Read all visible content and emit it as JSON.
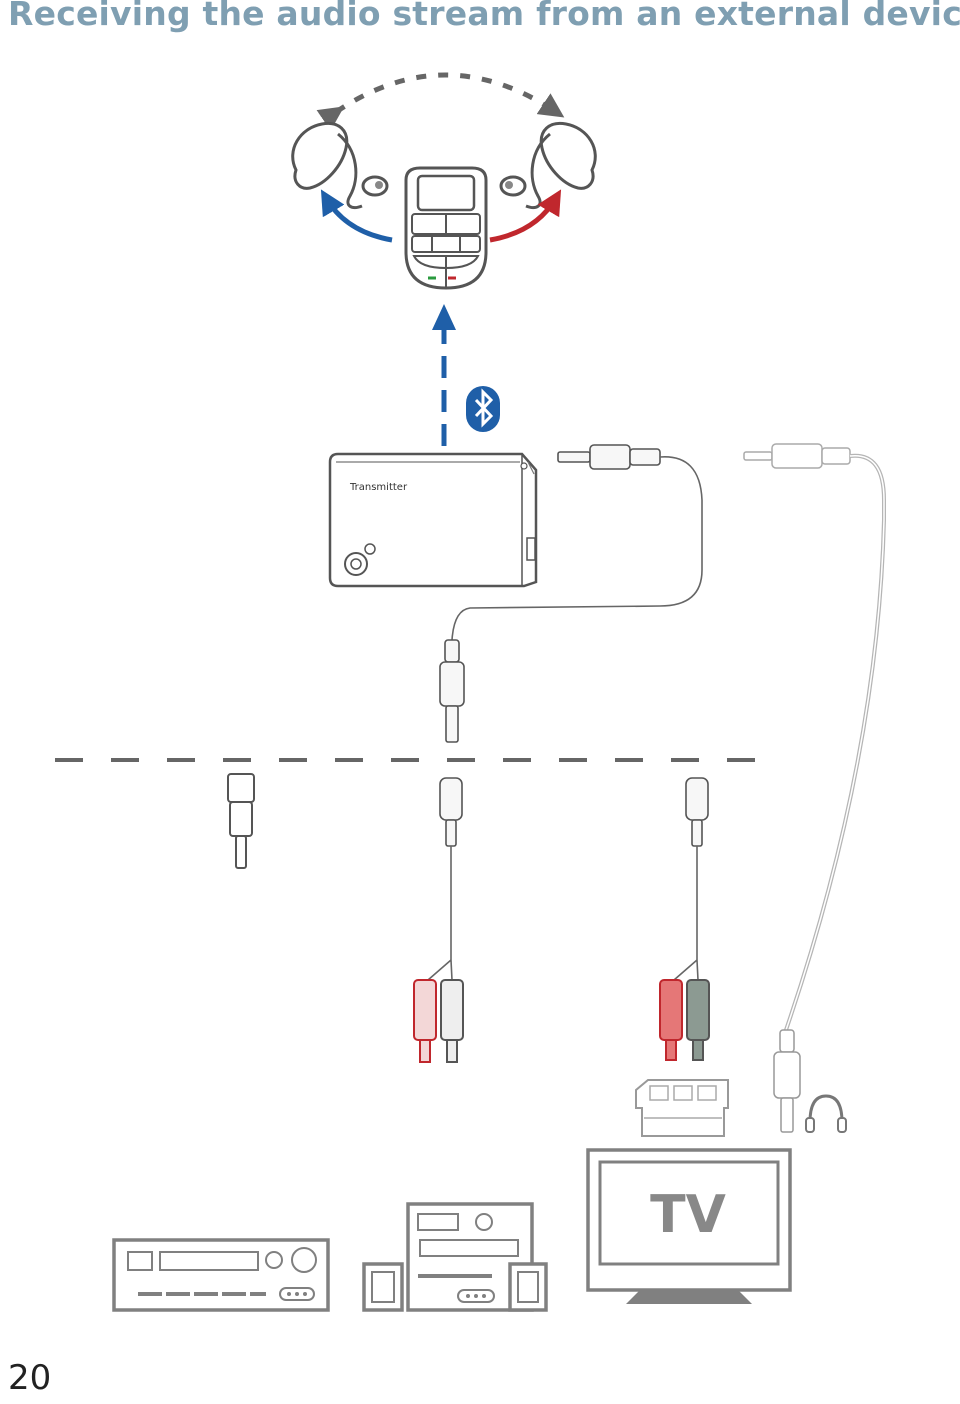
{
  "page": {
    "title": "Receiving the audio stream from an external device",
    "page_number": "20"
  },
  "diagram": {
    "transmitter_label": "Transmitter",
    "tv_label": "TV"
  },
  "colors": {
    "title": "#7f9fb2",
    "bluetooth_blue": "#1f5fa8",
    "arrow_red": "#c0272d",
    "device_gray": "#808080"
  },
  "icons": [
    "hearing-aid-icon",
    "remote-control-icon",
    "bluetooth-icon",
    "transmitter-icon",
    "jack-adapter-icon",
    "rca-cable-icon",
    "headphones-icon",
    "stereo-receiver-icon",
    "hifi-system-icon",
    "tv-icon",
    "set-top-box-icon"
  ]
}
